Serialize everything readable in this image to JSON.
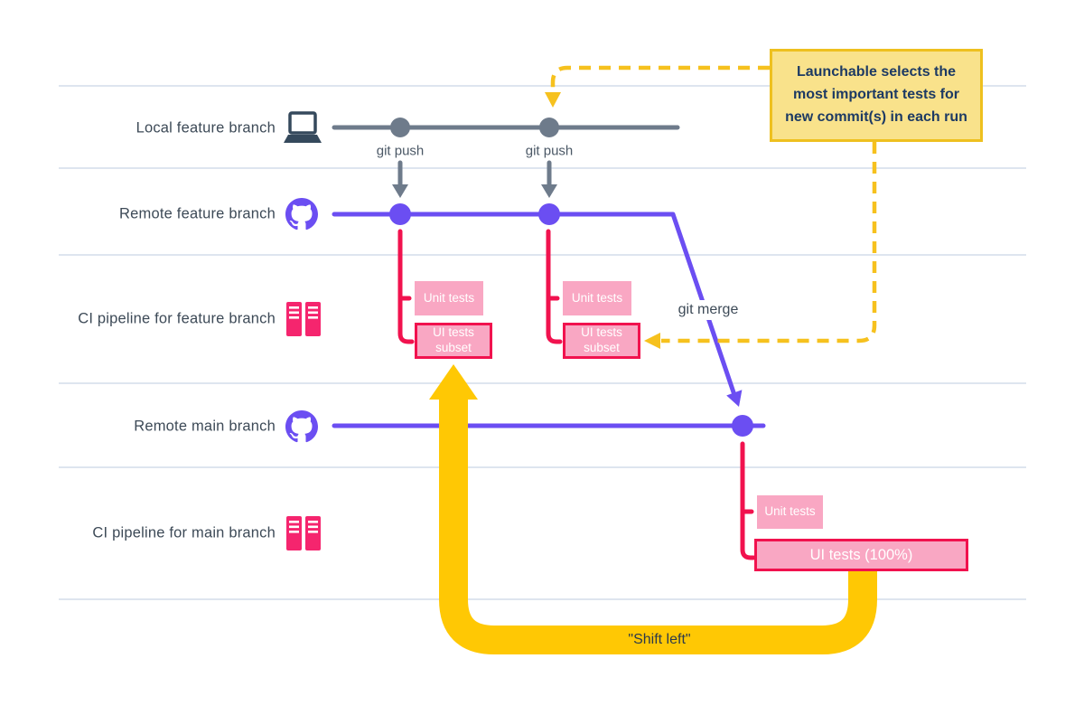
{
  "rows": [
    {
      "label": "Local feature branch",
      "icon": "laptop-icon"
    },
    {
      "label": "Remote feature branch",
      "icon": "github-icon"
    },
    {
      "label": "CI pipeline for feature branch",
      "icon": "server-icon"
    },
    {
      "label": "Remote main branch",
      "icon": "github-icon"
    },
    {
      "label": "CI pipeline for main branch",
      "icon": "server-icon"
    }
  ],
  "labels": {
    "git_push_1": "git push",
    "git_push_2": "git push",
    "git_merge": "git merge",
    "shift_left": "\"Shift left\""
  },
  "callout": {
    "text": "Launchable selects the most important tests for new commit(s) in each run"
  },
  "tests": {
    "feature_commit_1": {
      "unit": "Unit tests",
      "ui": "UI tests subset"
    },
    "feature_commit_2": {
      "unit": "Unit tests",
      "ui": "UI tests subset"
    },
    "main": {
      "unit": "Unit tests",
      "ui": "UI tests (100%)"
    }
  },
  "colors": {
    "purple": "#6b4ef2",
    "crimson": "#f1124e",
    "pink": "#f9a7c3",
    "server_pink": "#f5256e",
    "yellow": "#ffc804",
    "yellow_dashed": "#f6c11e",
    "callout_bg": "#f9e28b",
    "callout_border": "#eec01f",
    "callout_text": "#1d3a63",
    "gray": "#6e7b8b",
    "label_text": "#3d4a57",
    "lane_line": "#dee5ef",
    "bg": "#ffffff"
  }
}
